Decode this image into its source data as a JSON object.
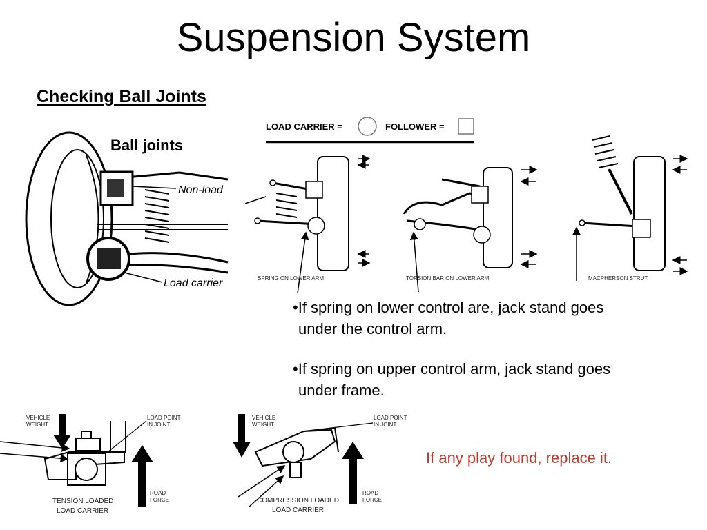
{
  "slide": {
    "title": "Suspension System",
    "subtitle": "Checking Ball Joints"
  },
  "left_figure": {
    "heading": "Ball joints",
    "label_nonload": "Non-load",
    "label_load": "Load carrier"
  },
  "legend": {
    "load_carrier": "LOAD CARRIER =",
    "follower": "FOLLOWER ="
  },
  "captions": {
    "spring_lower": "SPRING ON LOWER ARM",
    "torsion_lower": "TORSION BAR ON LOWER ARM",
    "macpherson": "MACPHERSON STRUT"
  },
  "bullets": [
    {
      "line1": "•If spring on lower control are, jack stand goes",
      "line2": "under the control arm."
    },
    {
      "line1": "•If spring on upper control arm, jack stand goes",
      "line2": "under frame."
    }
  ],
  "bottom_left": {
    "vehicle": "VEHICLE",
    "weight": "WEIGHT",
    "load_point": "LOAD POINT",
    "in_joint": "IN JOINT",
    "road": "ROAD",
    "force": "FORCE",
    "caption1": "TENSION LOADED",
    "caption2": "LOAD CARRIER"
  },
  "bottom_right": {
    "vehicle": "VEHICLE",
    "weight": "WEIGHT",
    "load_point": "LOAD POINT",
    "in_joint": "IN JOINT",
    "road": "ROAD",
    "force": "FORCE",
    "caption1": "COMPRESSION LOADED",
    "caption2": "LOAD CARRIER"
  },
  "note": "If any play found, replace it.",
  "colors": {
    "note": "#c0392b",
    "ink": "#000000"
  }
}
